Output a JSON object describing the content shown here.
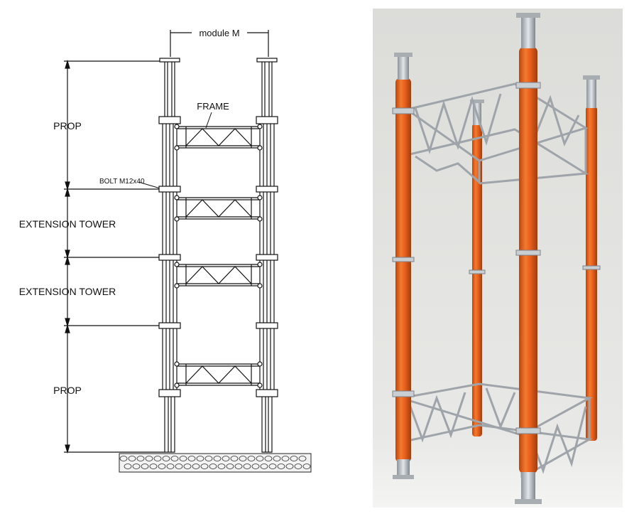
{
  "drawing": {
    "module_label": "module M",
    "frame_label": "FRAME",
    "bolt_label": "BOLT M12x40",
    "sections": [
      {
        "label": "PROP"
      },
      {
        "label": "EXTENSION TOWER"
      },
      {
        "label": "EXTENSION TOWER"
      },
      {
        "label": "PROP"
      }
    ]
  },
  "photo": {
    "prop_color": "#e8601c",
    "frame_color": "#b9bec4",
    "background_color": "#e6e6e4"
  }
}
